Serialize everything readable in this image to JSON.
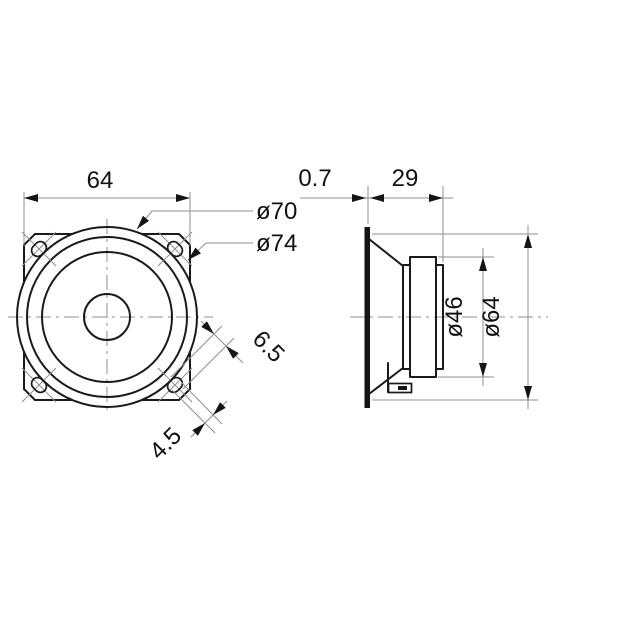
{
  "drawing": {
    "subject": "loudspeaker-driver-dimension-drawing",
    "units": "mm",
    "colors": {
      "line": "#1a1a1a",
      "thin_line": "#8f8f8f",
      "background": "#ffffff"
    },
    "front_view": {
      "frame_width": "64",
      "gasket_diameter": "ø70",
      "hole_circle_diameter": "ø74",
      "slot_length": "6.5",
      "slot_width": "4.5"
    },
    "side_view": {
      "flange_thickness": "0.7",
      "mounting_depth": "29",
      "magnet_diameter": "ø46",
      "frame_diameter": "ø64"
    }
  }
}
